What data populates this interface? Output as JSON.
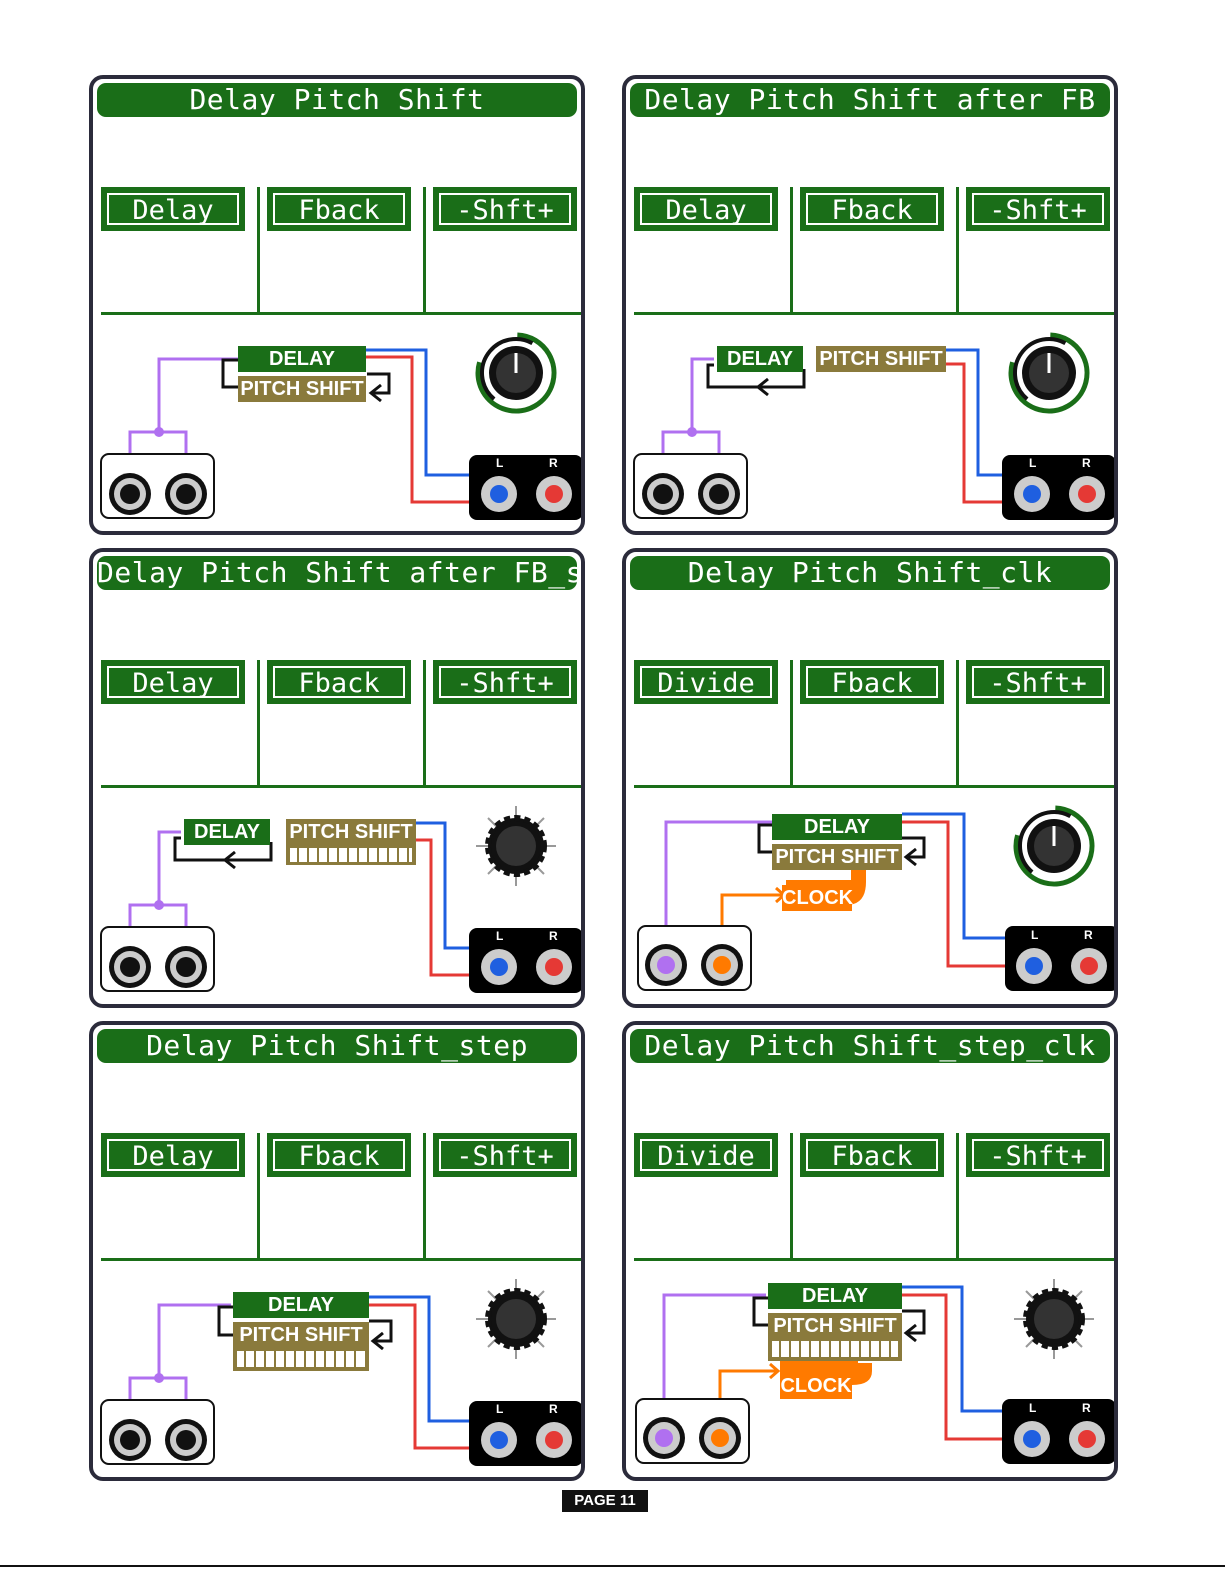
{
  "page_label": "PAGE 11",
  "jack_labels": {
    "left": "L",
    "right": "R"
  },
  "blocks": {
    "delay": "DELAY",
    "pitch": "PITCH SHIFT",
    "clock": "CLOCK"
  },
  "colors": {
    "green": "#1a6e18",
    "olive": "#8a7a3c",
    "purple": "#b070f0",
    "blue": "#1f5fe0",
    "red": "#e53935",
    "orange": "#ff7a00"
  },
  "cards": [
    {
      "title": "Delay Pitch Shift",
      "params": [
        "Delay",
        "Fback",
        "-Shft+"
      ],
      "icon": "dial-with-arrows-icon"
    },
    {
      "title": "Delay Pitch Shift after FB",
      "params": [
        "Delay",
        "Fback",
        "-Shft+"
      ],
      "icon": "dial-with-arrows-icon"
    },
    {
      "title": "Delay Pitch Shift after FB_st",
      "params": [
        "Delay",
        "Fback",
        "-Shft+"
      ],
      "icon": "stepped-knob-icon"
    },
    {
      "title": "Delay Pitch Shift_clk",
      "params": [
        "Divide",
        "Fback",
        "-Shft+"
      ],
      "icon": "dial-with-arrows-icon"
    },
    {
      "title": "Delay Pitch Shift_step",
      "params": [
        "Delay",
        "Fback",
        "-Shft+"
      ],
      "icon": "stepped-knob-icon"
    },
    {
      "title": "Delay Pitch Shift_step_clk",
      "params": [
        "Divide",
        "Fback",
        "-Shft+"
      ],
      "icon": "stepped-knob-icon"
    }
  ]
}
